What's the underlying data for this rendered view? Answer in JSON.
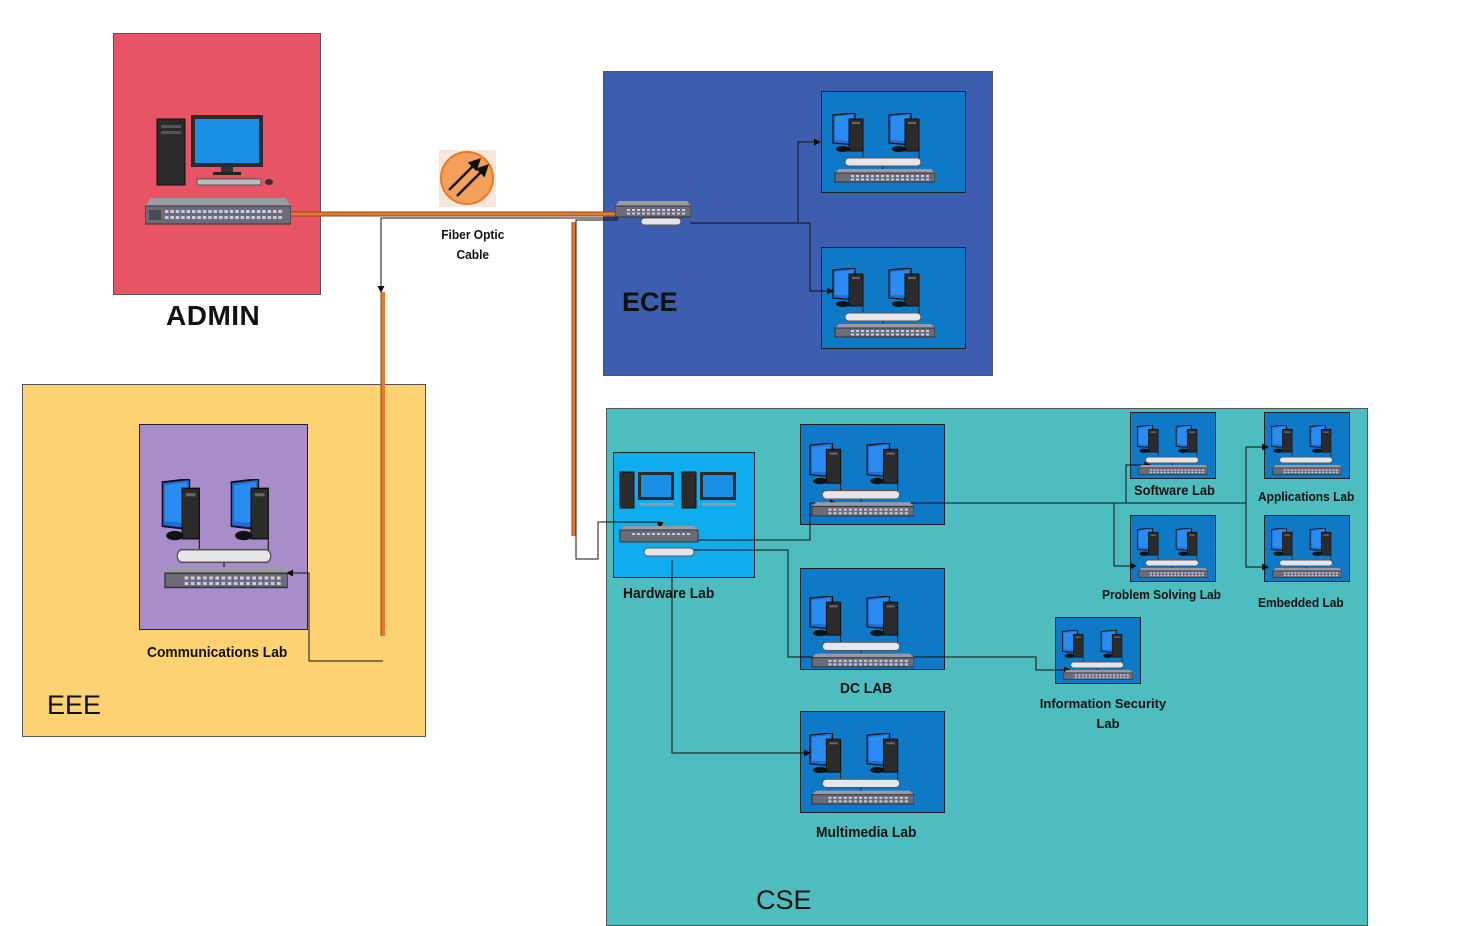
{
  "zones": {
    "admin": {
      "label": "ADMIN",
      "color": "#E85366"
    },
    "ece": {
      "label": "ECE",
      "color": "#3D5EAE"
    },
    "eee": {
      "label": "EEE",
      "color": "#FDD272"
    },
    "cse": {
      "label": "CSE",
      "color": "#4DBDBF"
    }
  },
  "cable": {
    "label_line1": "Fiber Optic",
    "label_line2": "Cable",
    "icon": "fiber-optic-icon",
    "color": "#E87A2A"
  },
  "labs": {
    "communications": {
      "label": "Communications Lab",
      "color": "#A98DCB"
    },
    "hardware": {
      "label": "Hardware Lab",
      "color": "#10ADEE"
    },
    "dc": {
      "label": "DC LAB",
      "color": "#0D79C7"
    },
    "multimedia": {
      "label": "Multimedia Lab",
      "color": "#0D79C7"
    },
    "software": {
      "label": "Software Lab",
      "color": "#0D79C7"
    },
    "problem_solving": {
      "label": "Problem Solving Lab",
      "color": "#0D79C7"
    },
    "applications": {
      "label": "Applications Lab",
      "color": "#0D79C7"
    },
    "embedded": {
      "label": "Embedded Lab",
      "color": "#0D79C7"
    },
    "info_security": {
      "label_line1": "Information Security",
      "label_line2": "Lab",
      "color": "#0D79C7"
    },
    "ece_lab_1": {
      "color": "#0D79C7"
    },
    "ece_lab_2": {
      "color": "#0D79C7"
    }
  }
}
